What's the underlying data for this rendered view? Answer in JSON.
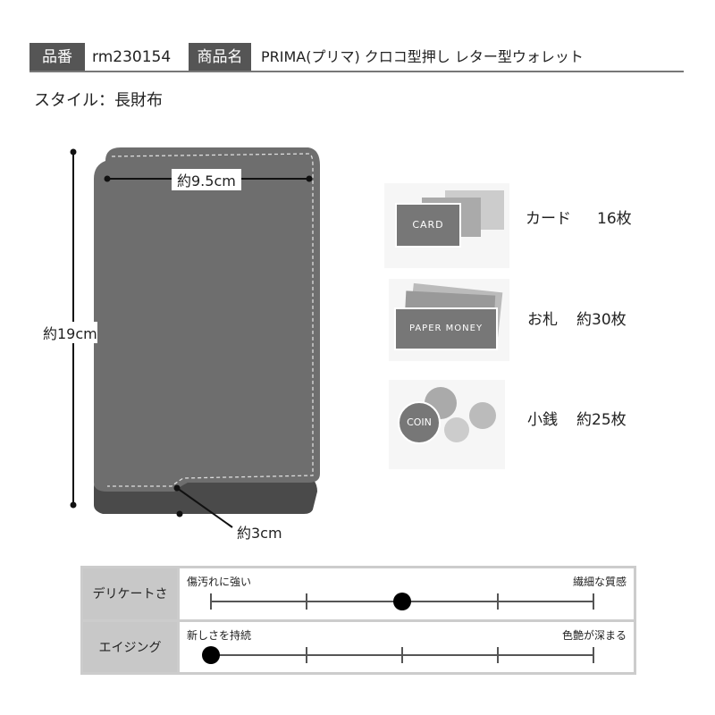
{
  "header": {
    "code_label": "品番",
    "code": "rm230154",
    "name_label": "商品名",
    "name": "PRIMA(プリマ) クロコ型押し レター型ウォレット"
  },
  "style_line": "スタイル：長財布",
  "dimensions": {
    "width": "約9.5cm",
    "height": "約19cm",
    "depth": "約3cm"
  },
  "capacity": [
    {
      "icon_text": "CARD",
      "label": "カード",
      "count": "16枚"
    },
    {
      "icon_text": "PAPER MONEY",
      "label": "お札",
      "count": "約30枚"
    },
    {
      "icon_text": "COIN",
      "label": "小銭",
      "count": "約25枚"
    }
  ],
  "scales": [
    {
      "label": "デリケートさ",
      "left": "傷汚れに強い",
      "right": "繊細な質感",
      "value": 3,
      "max": 5
    },
    {
      "label": "エイジング",
      "left": "新しさを持続",
      "right": "色艶が深まる",
      "value": 1,
      "max": 5
    }
  ]
}
